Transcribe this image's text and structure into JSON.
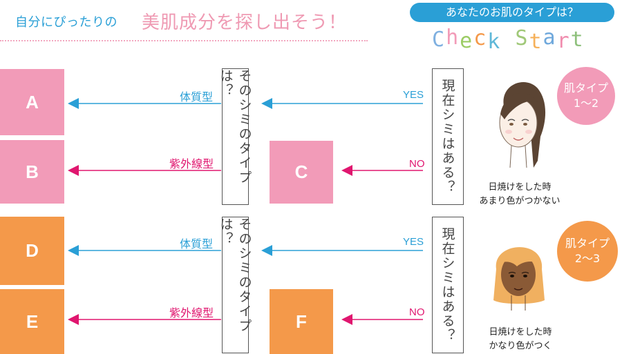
{
  "header": {
    "title_lead": "自分にぴったりの",
    "title_main": "美肌成分を探し出そう！",
    "question_pill": "あなたのお肌のタイプは？",
    "check_start": "Check Start"
  },
  "colors": {
    "pink": "#f29bb8",
    "orange": "#f4994a",
    "blue": "#2a9fd6",
    "magenta": "#e0166f"
  },
  "questions": {
    "q1": "現在シミはある？",
    "q2": "そのシミのタイプは？"
  },
  "labels": {
    "yes": "YES",
    "no": "NO",
    "constitution": "体質型",
    "uv": "紫外線型"
  },
  "results": {
    "a": "A",
    "b": "B",
    "c": "C",
    "d": "D",
    "e": "E",
    "f": "F"
  },
  "skin_types": [
    {
      "badge_line1": "肌タイプ",
      "badge_line2": "1〜2",
      "caption_line1": "日焼けをした時",
      "caption_line2": "あまり色がつかない",
      "illustration": "fair-skinned-woman"
    },
    {
      "badge_line1": "肌タイプ",
      "badge_line2": "2〜3",
      "caption_line1": "日焼けをした時",
      "caption_line2": "かなり色がつく",
      "illustration": "tanned-woman"
    }
  ]
}
